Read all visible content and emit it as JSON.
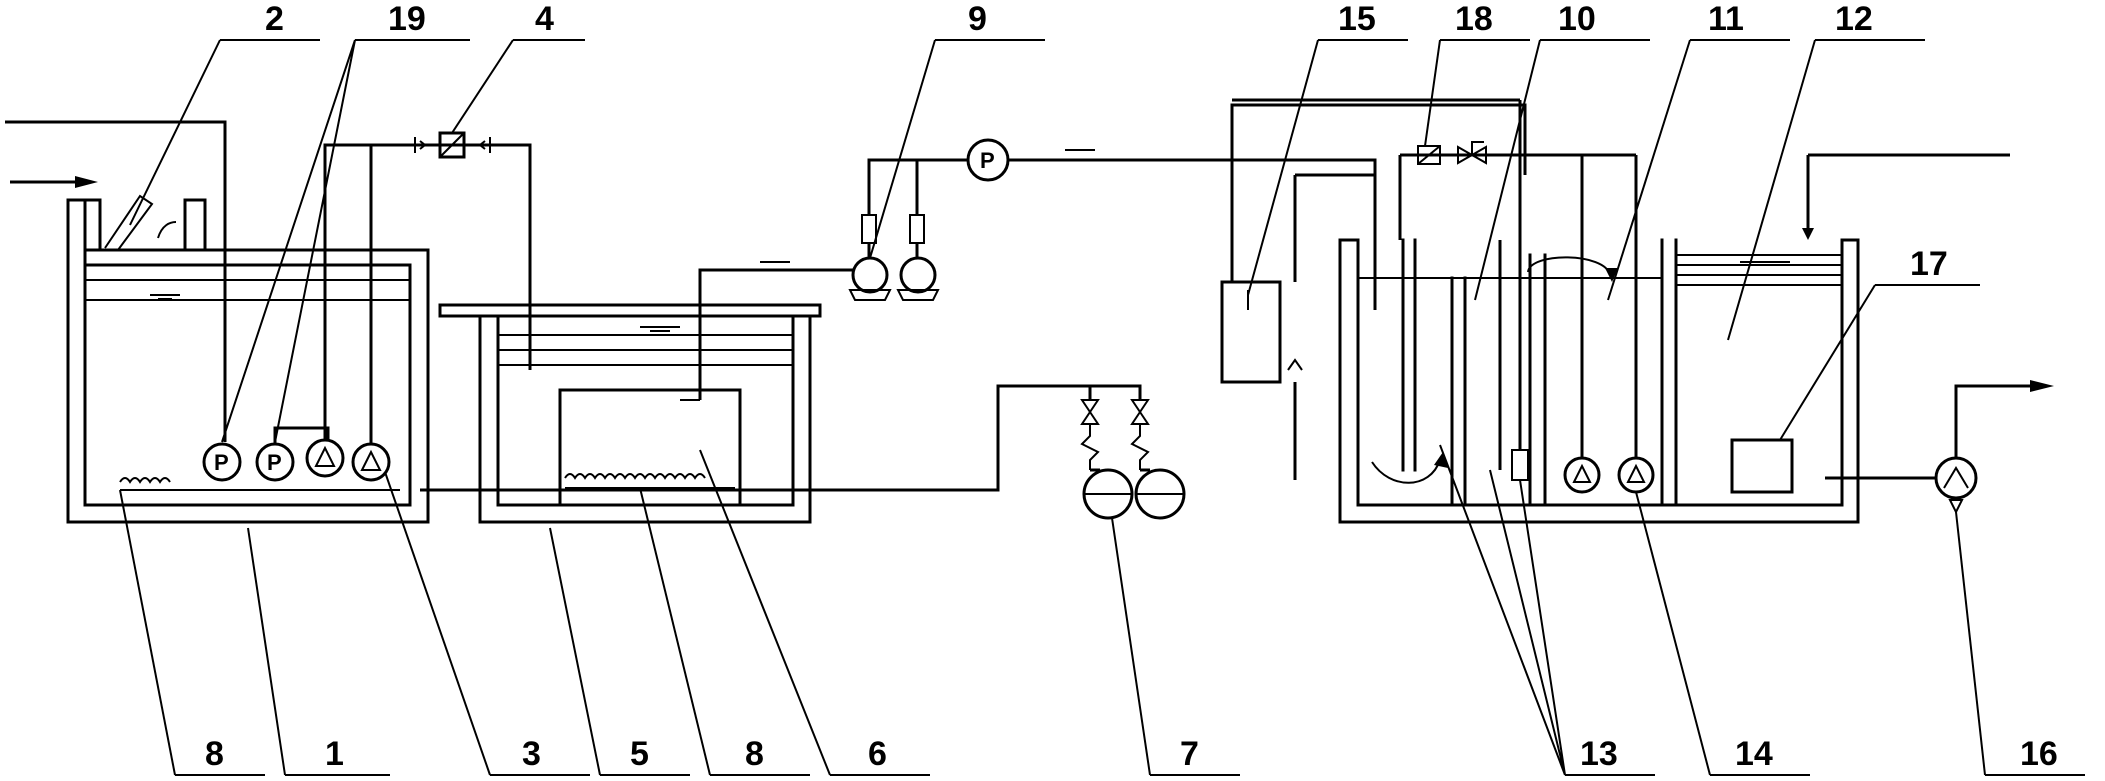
{
  "top_labels": [
    {
      "key": "t2",
      "text": "2"
    },
    {
      "key": "t19",
      "text": "19"
    },
    {
      "key": "t4",
      "text": "4"
    },
    {
      "key": "t9",
      "text": "9"
    },
    {
      "key": "t15",
      "text": "15"
    },
    {
      "key": "t18",
      "text": "18"
    },
    {
      "key": "t10",
      "text": "10"
    },
    {
      "key": "t11",
      "text": "11"
    },
    {
      "key": "t12",
      "text": "12"
    },
    {
      "key": "t17",
      "text": "17"
    }
  ],
  "bottom_labels": [
    {
      "key": "b8a",
      "text": "8"
    },
    {
      "key": "b1",
      "text": "1"
    },
    {
      "key": "b3",
      "text": "3"
    },
    {
      "key": "b5",
      "text": "5"
    },
    {
      "key": "b8b",
      "text": "8"
    },
    {
      "key": "b6",
      "text": "6"
    },
    {
      "key": "b7",
      "text": "7"
    },
    {
      "key": "b13",
      "text": "13"
    },
    {
      "key": "b14",
      "text": "14"
    },
    {
      "key": "b16",
      "text": "16"
    }
  ],
  "pump_symbol": "P"
}
